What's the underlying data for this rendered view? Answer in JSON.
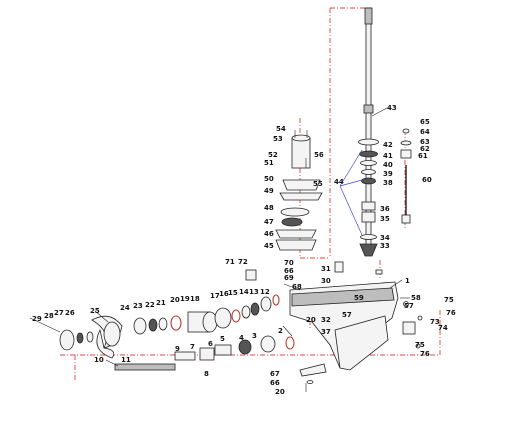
{
  "labels": [
    "1",
    "2",
    "3",
    "4",
    "5",
    "6",
    "7",
    "8",
    "9",
    "10",
    "11",
    "12",
    "13",
    "14",
    "15",
    "16",
    "17",
    "18",
    "19",
    "20",
    "20",
    "20",
    "21",
    "22",
    "23",
    "24",
    "25",
    "26",
    "27",
    "28",
    "29",
    "30",
    "31",
    "32",
    "33",
    "34",
    "35",
    "36",
    "37",
    "38",
    "39",
    "40",
    "41",
    "42",
    "43",
    "44",
    "45",
    "46",
    "47",
    "48",
    "49",
    "50",
    "51",
    "52",
    "53",
    "54",
    "55",
    "56",
    "57",
    "57",
    "58",
    "59",
    "60",
    "61",
    "62",
    "63",
    "64",
    "65",
    "66",
    "66",
    "67",
    "68",
    "69",
    "70",
    "71",
    "72",
    "73",
    "74",
    "75",
    "75",
    "76",
    "76"
  ]
}
